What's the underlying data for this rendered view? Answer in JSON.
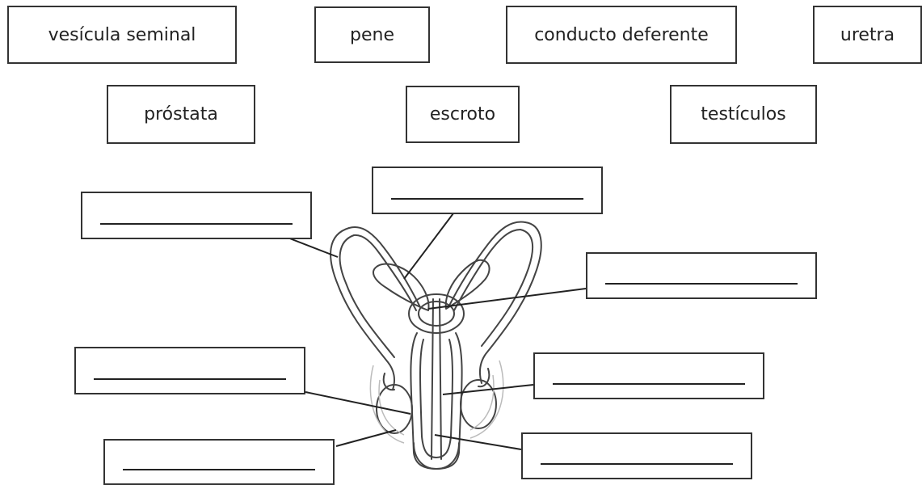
{
  "word_bank": [
    "vesícula seminal",
    "pene",
    "conducto deferente",
    "uretra",
    "próstata",
    "escroto",
    "testículos"
  ],
  "answer_slots": 7,
  "colors": {
    "border": "#333333",
    "line": "#222222",
    "organ_stroke": "#444444",
    "faint_stroke": "#bbbbbb"
  }
}
